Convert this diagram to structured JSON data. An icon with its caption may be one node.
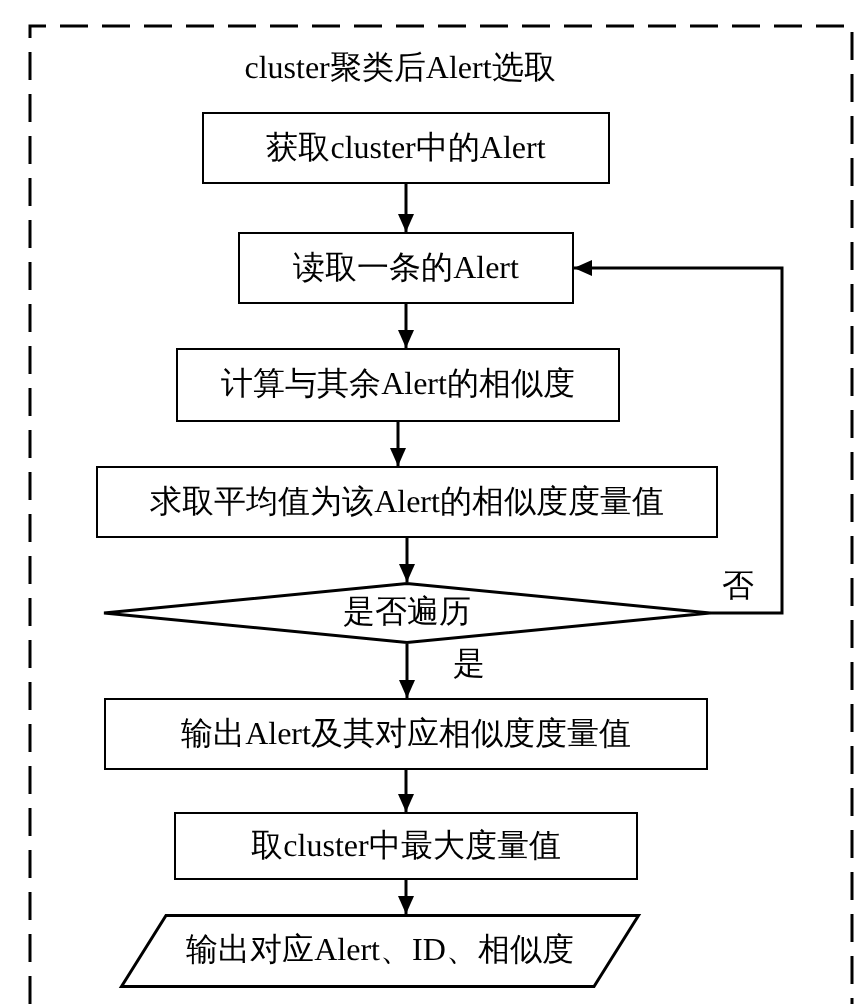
{
  "diagram": {
    "nodes": [
      {
        "text": [
          "cluster聚类后Alert选取"
        ]
      },
      {
        "text": [
          "获取cluster中的Alert"
        ],
        "in": 0
      },
      {
        "text": [
          "读取一条的Alert"
        ],
        "in": 0
      },
      {
        "text": [
          "计算与其余Alert的相似度"
        ],
        "in": 0
      },
      {
        "text": [
          "求取平均值为该Alert的相似度度量值"
        ],
        "in": 0
      },
      {
        "text": [
          "是否遍历"
        ],
        "in": 0
      },
      {
        "text": [
          "输出Alert及其对应相似度度量值"
        ],
        "in": 0
      },
      {
        "text": [
          "取cluster中最大度量值"
        ],
        "in": 0
      },
      {
        "text": [
          "输出对应Alert、ID、相似度"
        ],
        "in": 0
      }
    ],
    "edges": [
      {
        "from": 1,
        "to": 2,
        "arrow": "to"
      },
      {
        "from": 2,
        "to": 3,
        "arrow": "to"
      },
      {
        "from": 3,
        "to": 4,
        "arrow": "to"
      },
      {
        "from": 4,
        "to": 5,
        "arrow": "to"
      },
      {
        "from": 5,
        "to": 6,
        "arrow": "to",
        "label": "是"
      },
      {
        "from": 5,
        "to": 2,
        "arrow": "to",
        "label": "否"
      },
      {
        "from": 6,
        "to": 7,
        "arrow": "to"
      },
      {
        "from": 7,
        "to": 8,
        "arrow": "to"
      }
    ]
  }
}
